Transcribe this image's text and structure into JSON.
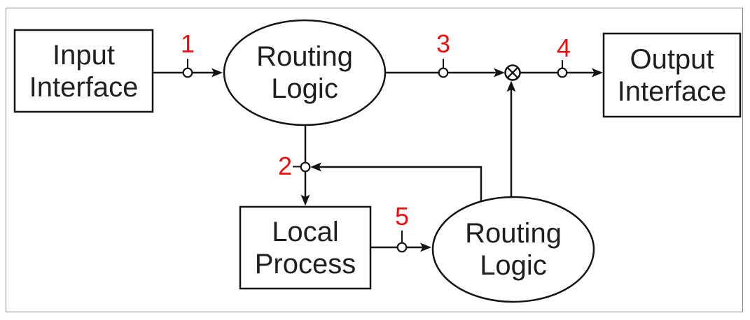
{
  "diagram": {
    "type": "block-diagram",
    "nodes": {
      "input_interface": {
        "shape": "rectangle",
        "line1": "Input",
        "line2": "Interface"
      },
      "routing_logic_top": {
        "shape": "ellipse",
        "line1": "Routing",
        "line2": "Logic"
      },
      "output_interface": {
        "shape": "rectangle",
        "line1": "Output",
        "line2": "Interface"
      },
      "local_process": {
        "shape": "rectangle",
        "line1": "Local",
        "line2": "Process"
      },
      "routing_logic_bottom": {
        "shape": "ellipse",
        "line1": "Routing",
        "line2": "Logic"
      }
    },
    "markers": {
      "m1": "1",
      "m2": "2",
      "m3": "3",
      "m4": "4",
      "m5": "5"
    },
    "symbols": {
      "multiplier_junction": "circled-times"
    },
    "colors": {
      "marker_red": "#f20d0d",
      "line_black": "#141414",
      "frame_gray": "#8a8a8a",
      "background": "#ffffff"
    }
  }
}
